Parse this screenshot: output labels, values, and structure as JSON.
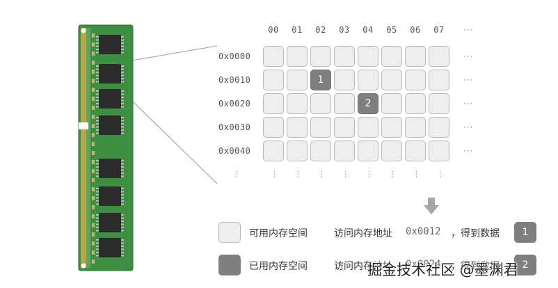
{
  "grid": {
    "column_headers": [
      "00",
      "01",
      "02",
      "03",
      "04",
      "05",
      "06",
      "07"
    ],
    "row_headers": [
      "0x0000",
      "0x0010",
      "0x0020",
      "0x0030",
      "0x0040"
    ],
    "more_columns": "···",
    "more_rows": "⋮",
    "used_cells": [
      {
        "row": 1,
        "col": 2,
        "label": "1"
      },
      {
        "row": 2,
        "col": 4,
        "label": "2"
      }
    ]
  },
  "legend": {
    "free_label": "可用内存空间",
    "used_label": "已用内存空间"
  },
  "access": [
    {
      "prefix": "访问内存地址",
      "address": "0x0012",
      "suffix": "，得到数据",
      "value": "1"
    },
    {
      "prefix": "访问内存地址",
      "address": "0x0024",
      "suffix": "，得到数据",
      "value": "2"
    }
  ],
  "watermark": "掘金技术社区 @墨渊君",
  "colors": {
    "free_cell": "#eeeeee",
    "used_cell": "#7f7f7f",
    "pcb_green": "#3c8a3e",
    "chip": "#2b2b2b"
  }
}
